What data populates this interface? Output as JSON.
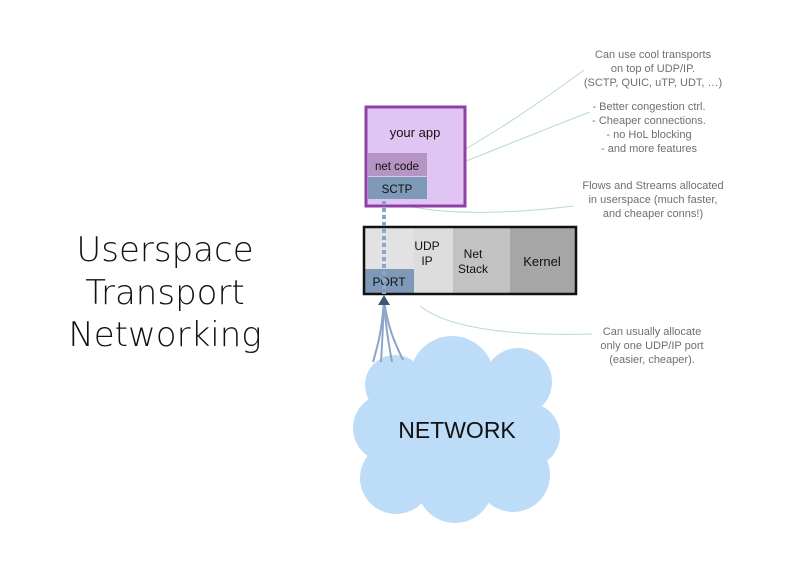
{
  "title": {
    "lines": [
      "Userspace",
      "Transport",
      "Networking"
    ]
  },
  "app_box": {
    "label": "your app",
    "net_code_label": "net code",
    "sctp_label": "SCTP",
    "fill": "#e0c4f2",
    "border": "#8f3fa8",
    "net_code_fill": "#b694c4",
    "sctp_fill": "#7f9ab8"
  },
  "os_box": {
    "udp_ip_label": [
      "UDP",
      "IP"
    ],
    "net_stack_label": [
      "Net",
      "Stack"
    ],
    "kernel_label": "Kernel",
    "port_label": "PORT",
    "udp_fill": "#dcdcdc",
    "stack_fill": "#c2c2c2",
    "kernel_fill": "#a6a6a6",
    "port_fill": "#7f9ab8"
  },
  "network": {
    "label": "NETWORK",
    "fill": "#bcdcf7"
  },
  "annotations": [
    {
      "id": "transports",
      "lines": [
        "Can use cool transports",
        "on top of UDP/IP.",
        "(SCTP, QUIC, uTP, UDT, …)"
      ]
    },
    {
      "id": "benefits",
      "lines": [
        "- Better congestion ctrl.",
        "- Cheaper connections.",
        "- no HoL blocking",
        "- and more features"
      ]
    },
    {
      "id": "flows",
      "lines": [
        "Flows and Streams allocated",
        "in userspace (much faster,",
        "and cheaper conns!)"
      ]
    },
    {
      "id": "port",
      "lines": [
        "Can usually allocate",
        "only one UDP/IP port",
        "(easier, cheaper)."
      ]
    }
  ],
  "colors": {
    "leader_line": "#b6dcc6",
    "link_line": "#8da6c8",
    "arrow": "#3e5672",
    "note_text": "#6f6f6f"
  }
}
